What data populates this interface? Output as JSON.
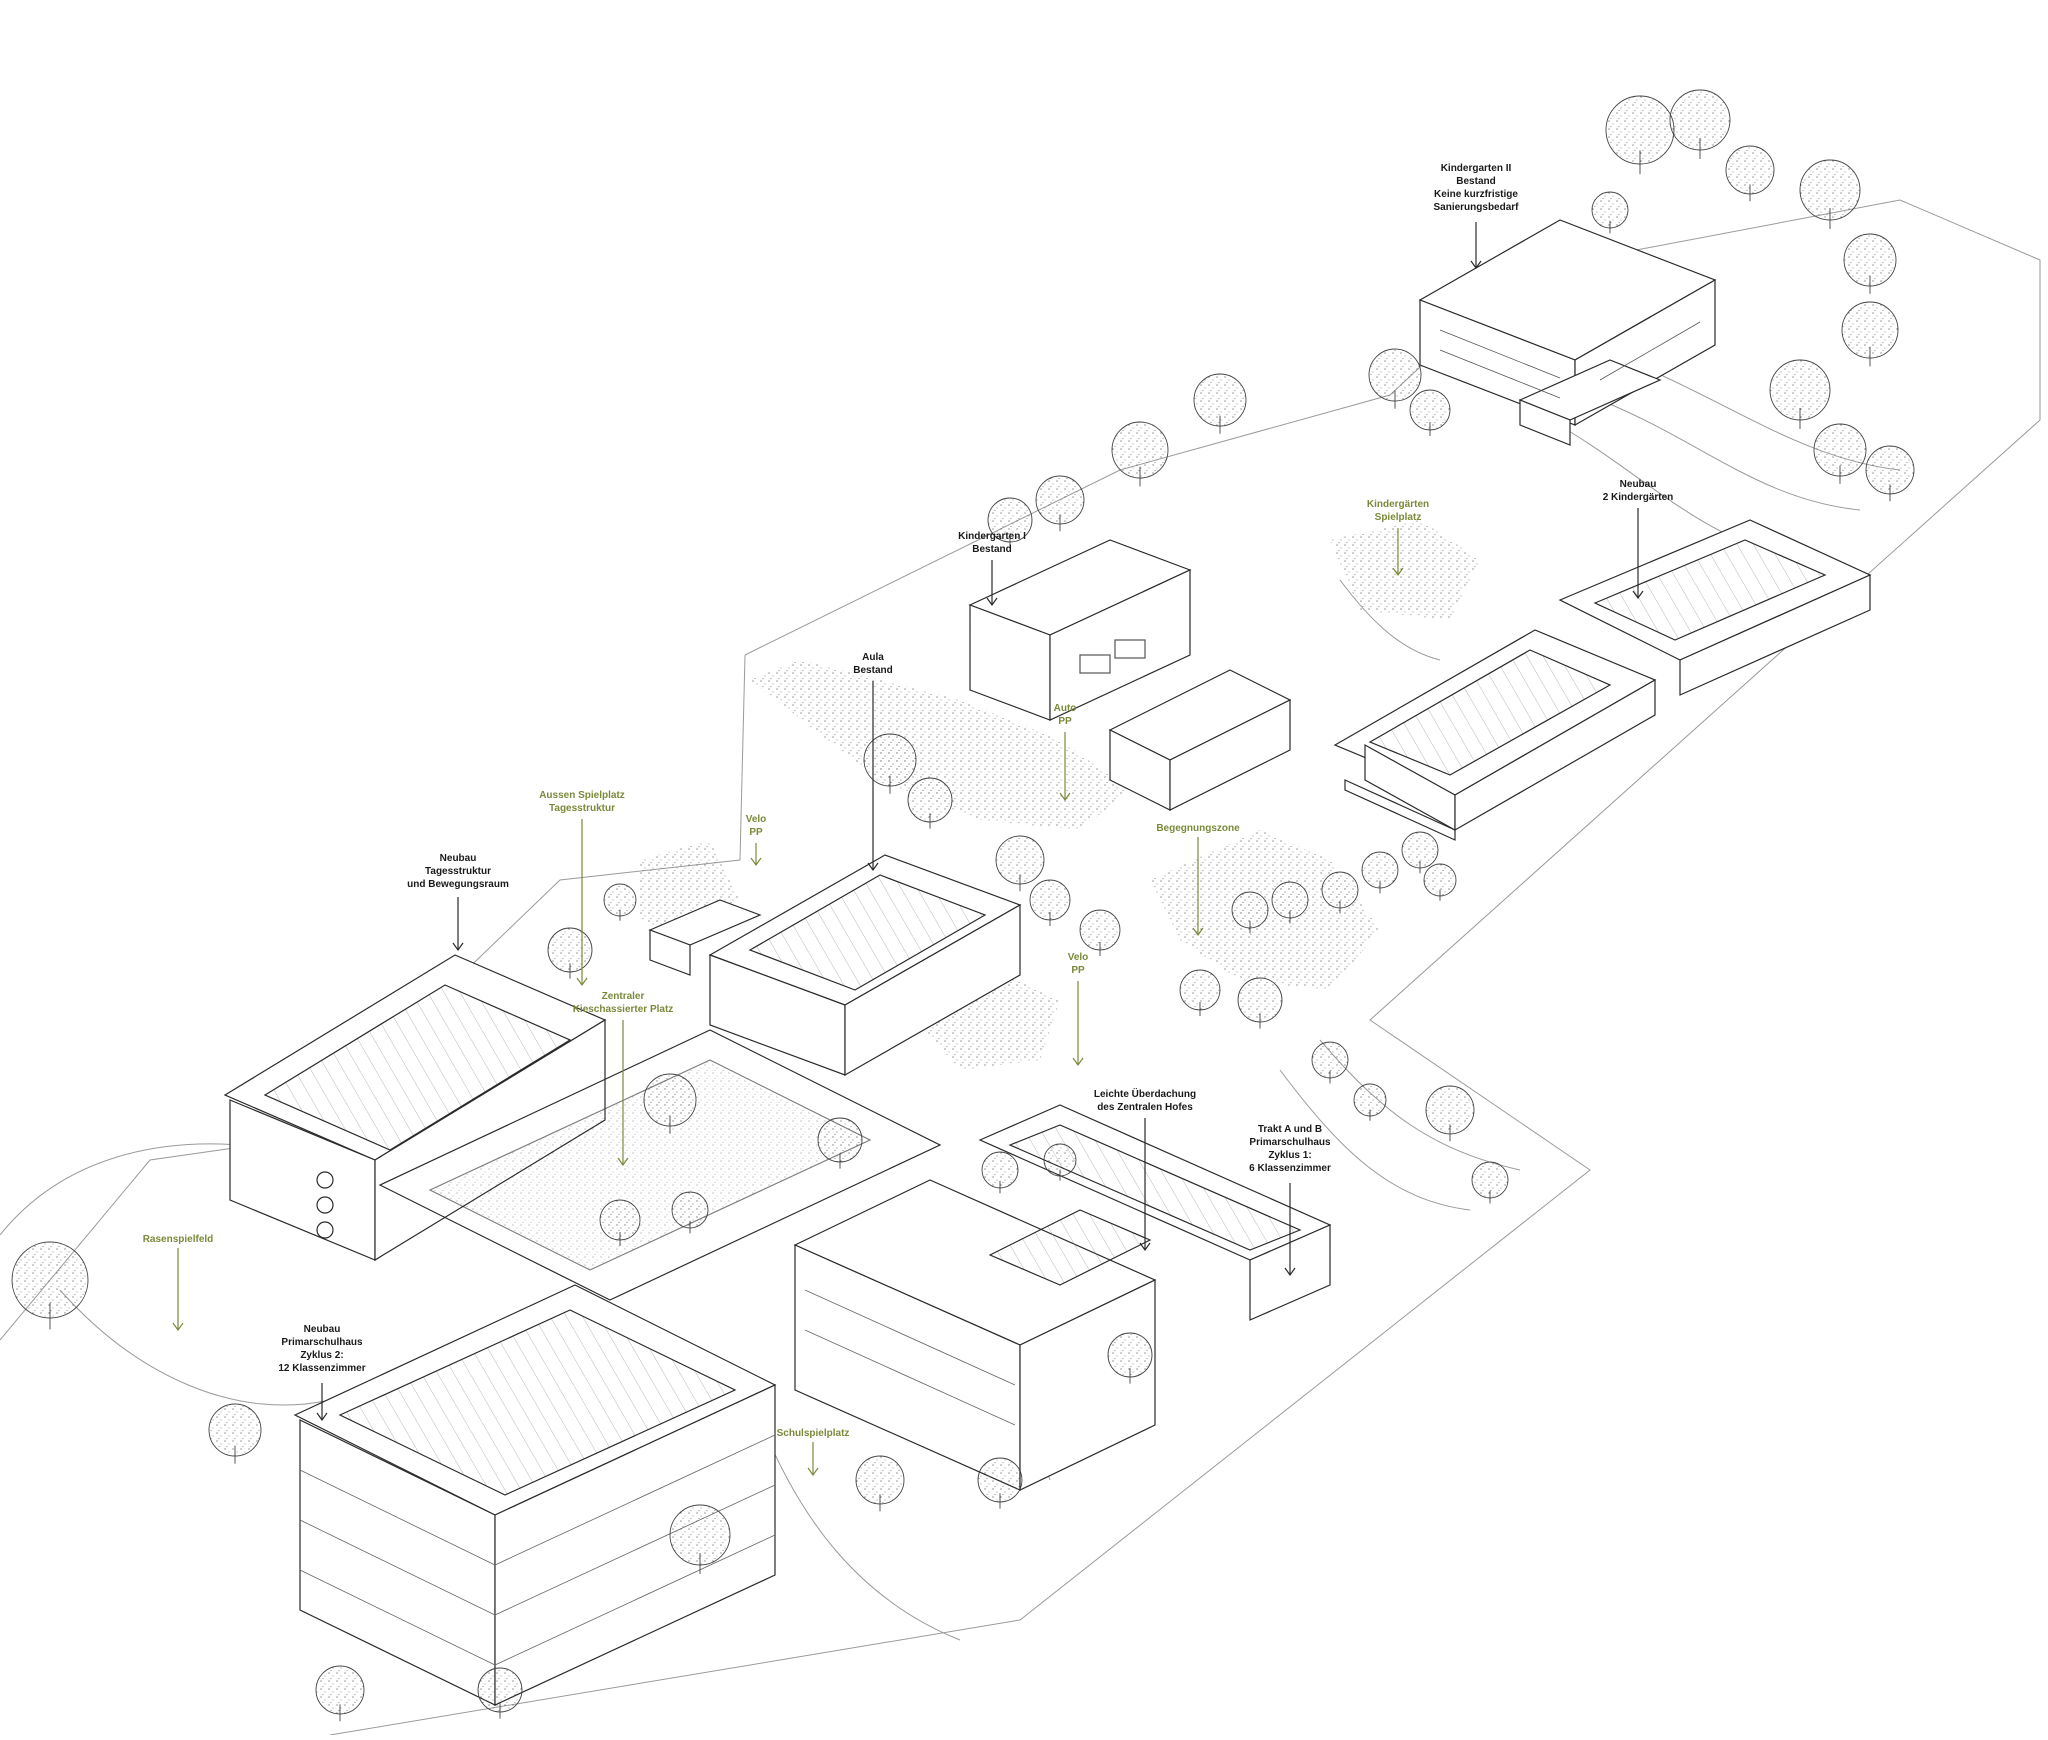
{
  "colors": {
    "line": "#2a2a2a",
    "accent_green": "#7a8a3a",
    "background": "#ffffff"
  },
  "labels": {
    "kindergarten_ii": [
      "Kindergarten II",
      "Bestand",
      "Keine kurzfristige",
      "Sanierungsbedarf"
    ],
    "neubau_kindergaerten": [
      "Neubau",
      "2 Kindergärten"
    ],
    "kindergarten_i": [
      "Kindergarten I",
      "Bestand"
    ],
    "aula": [
      "Aula",
      "Bestand"
    ],
    "neubau_tagesstruktur": [
      "Neubau",
      "Tagesstruktur",
      "und Bewegungsraum"
    ],
    "leichte_ueberdachung": [
      "Leichte Überdachung",
      "des Zentralen Hofes"
    ],
    "trakt_ab": [
      "Trakt A und B",
      "Primarschulhaus",
      "Zyklus 1:",
      "6 Klassenzimmer"
    ],
    "neubau_primarschulhaus": [
      "Neubau",
      "Primarschulhaus",
      "Zyklus 2:",
      "12 Klassenzimmer"
    ]
  },
  "green_labels": {
    "kindergaerten_spielplatz": [
      "Kindergärten",
      "Spielplatz"
    ],
    "auto_pp": [
      "Auto",
      "PP"
    ],
    "begegnungszone": [
      "Begegnungszone"
    ],
    "aussen_spielplatz": [
      "Aussen Spielplatz",
      "Tagesstruktur"
    ],
    "velo_pp_1": [
      "Velo",
      "PP"
    ],
    "velo_pp_2": [
      "Velo",
      "PP"
    ],
    "zentraler_platz": [
      "Zentraler",
      "Kieschassierter Platz"
    ],
    "rasenspielfeld": [
      "Rasenspielfeld"
    ],
    "schulspielplatz": [
      "Schulspielplatz"
    ]
  }
}
